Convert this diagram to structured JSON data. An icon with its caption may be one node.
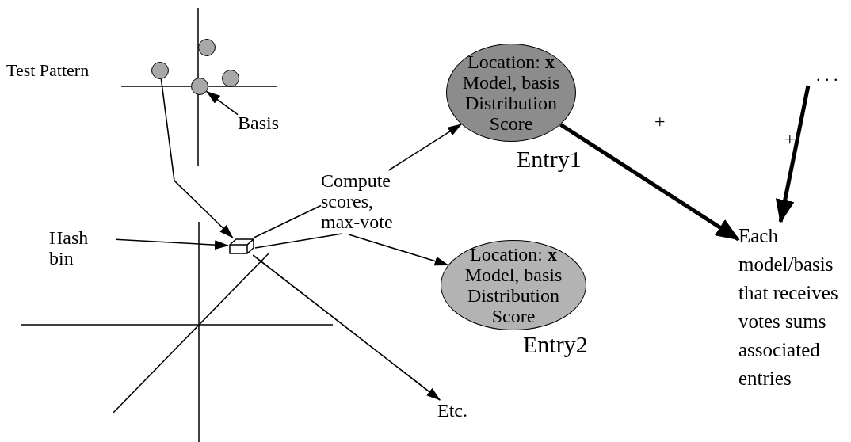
{
  "diagram": {
    "nodes": [
      {
        "text": [],
        "shape": "circle"
      },
      {
        "text": [],
        "shape": "circle"
      },
      {
        "text": [],
        "shape": "circle"
      },
      {
        "text": [],
        "shape": "circle"
      },
      {
        "text": [
          "Basis"
        ]
      },
      {
        "text": [
          "Hash bin"
        ]
      },
      {
        "text": [],
        "shape": "box"
      },
      {
        "text": [
          "Compute scores, max-vote"
        ]
      },
      {
        "text": [
          "Location: **x**",
          "Model, basis",
          "Distribution",
          "Score"
        ],
        "beside": [
          "Entry1"
        ]
      },
      {
        "text": [
          "Location: **x**",
          "Model, basis",
          "Distribution",
          "Score"
        ],
        "beside": [
          "Entry2"
        ]
      },
      {
        "text": [
          "Etc."
        ]
      },
      {
        "text": [
          "Each model/basis that receives votes sums associated entries"
        ]
      }
    ],
    "edges": [
      {
        "from": 0,
        "to": 6,
        "arrow": "to"
      },
      {
        "from": 4,
        "to": 1,
        "arrow": "to"
      },
      {
        "from": 5,
        "to": 6,
        "arrow": "to"
      },
      {
        "from": 6,
        "to": 7,
        "arrow": "none"
      },
      {
        "from": 6,
        "to": 7,
        "arrow": "none"
      },
      {
        "from": 7,
        "to": 8,
        "arrow": "to"
      },
      {
        "from": 7,
        "to": 9,
        "arrow": "to"
      },
      {
        "from": 6,
        "to": 10,
        "arrow": "to"
      },
      {
        "from": 8,
        "to": 11,
        "arrow": "to",
        "style": "thick",
        "label": "+"
      },
      {
        "from": null,
        "to": 11,
        "arrow": "to",
        "style": "thick",
        "label": "+"
      }
    ],
    "labels": [
      "Test Pattern",
      ". . ."
    ]
  }
}
